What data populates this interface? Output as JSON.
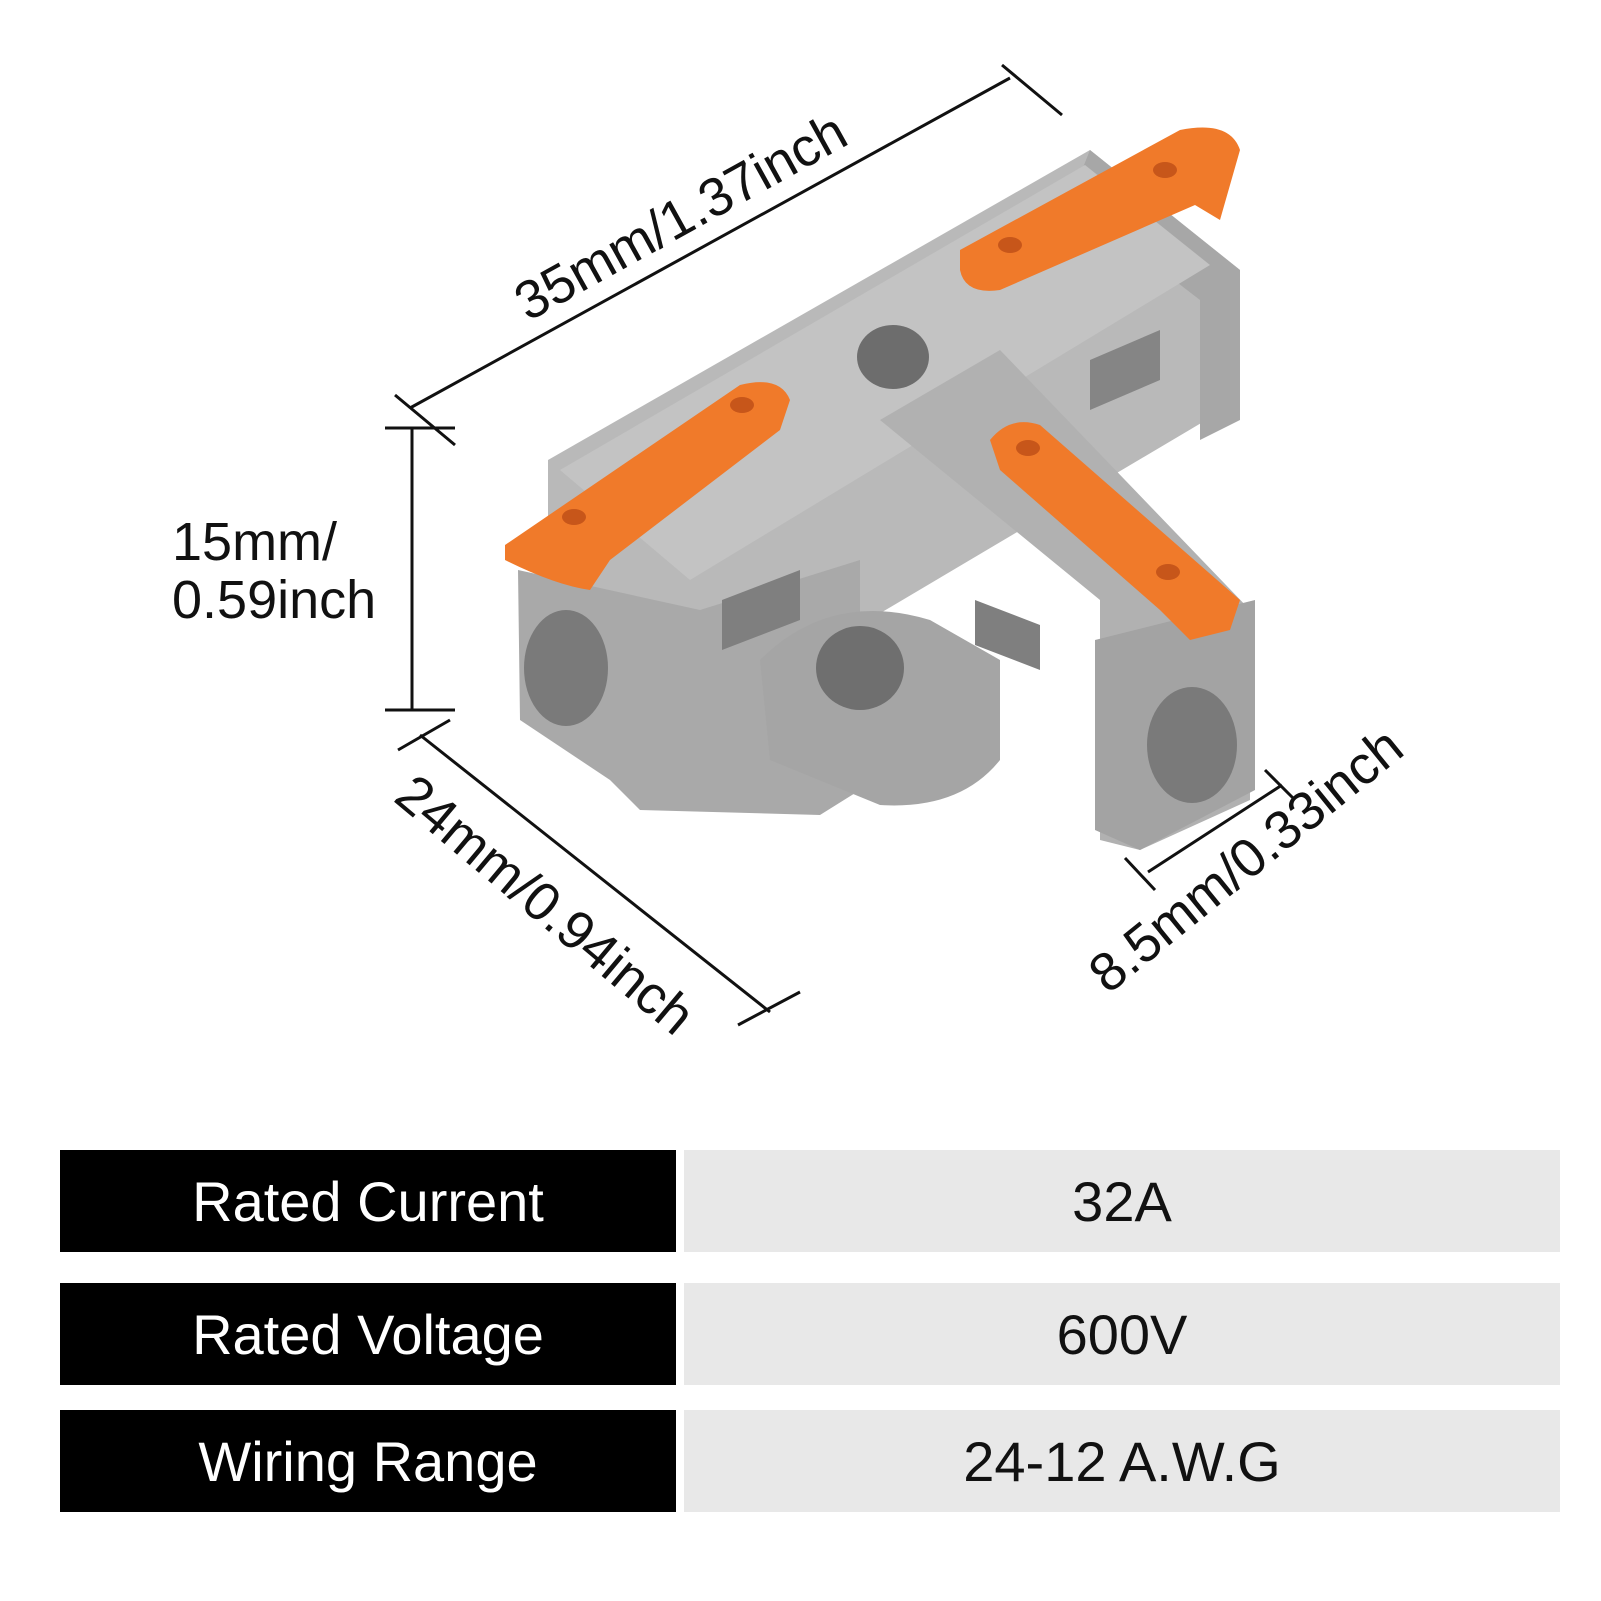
{
  "dimensions": {
    "length": "35mm/1.37inch",
    "height_line1": "15mm/",
    "height_line2": "0.59inch",
    "width": "24mm/0.94inch",
    "port": "8.5mm/0.33inch"
  },
  "specs": [
    {
      "label": "Rated Current",
      "value": "32A"
    },
    {
      "label": "Rated Voltage",
      "value": "600V"
    },
    {
      "label": "Wiring Range",
      "value": "24-12 A.W.G"
    }
  ],
  "colors": {
    "housing": "#9a9a9a",
    "housing_light": "#b4b4b4",
    "lever": "#f07a2a",
    "label_bg": "#000000",
    "value_bg": "#e8e8e8"
  }
}
